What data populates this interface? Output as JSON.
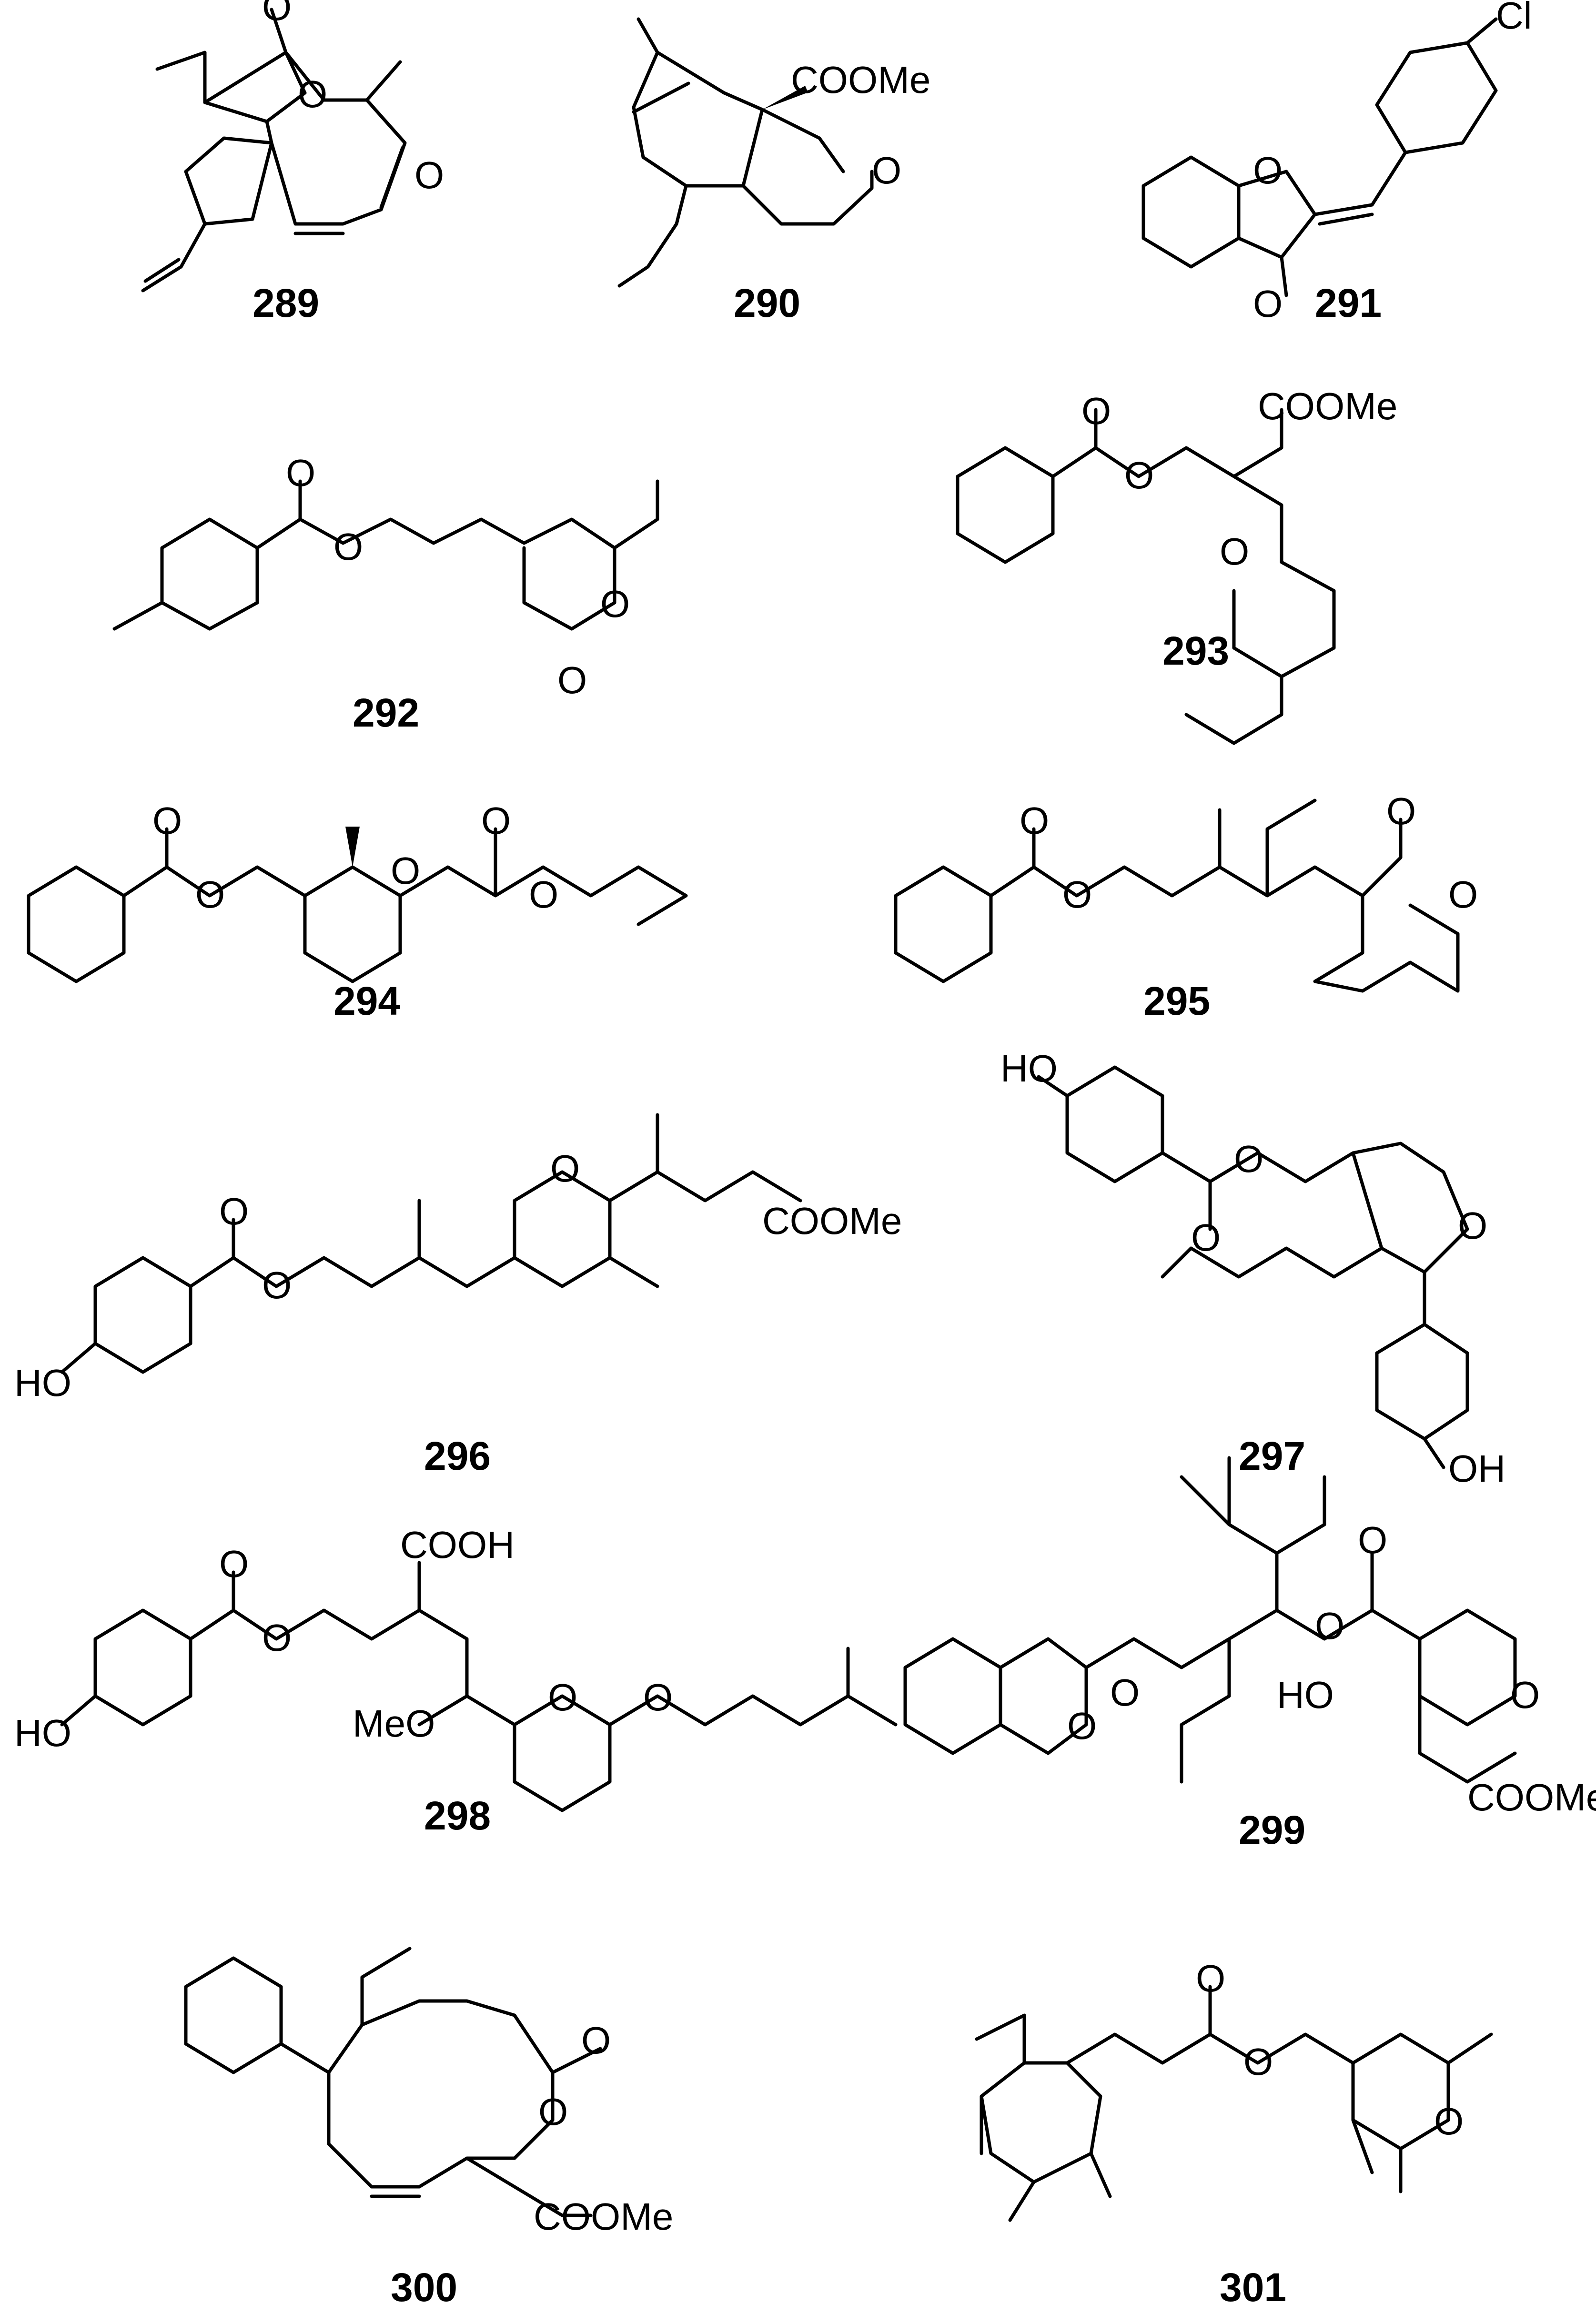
{
  "compounds": [
    {
      "id": "289",
      "labels": [
        "O",
        "O",
        "O"
      ]
    },
    {
      "id": "290",
      "labels": [
        "COOMe",
        "O"
      ]
    },
    {
      "id": "291",
      "labels": [
        "Cl",
        "O",
        "O"
      ]
    },
    {
      "id": "292",
      "labels": [
        "O",
        "O",
        "O",
        "O"
      ]
    },
    {
      "id": "293",
      "labels": [
        "O",
        "O",
        "COOMe",
        "O"
      ]
    },
    {
      "id": "294",
      "labels": [
        "O",
        "O",
        "O",
        "O",
        "O"
      ]
    },
    {
      "id": "295",
      "labels": [
        "O",
        "O",
        "O",
        "O"
      ]
    },
    {
      "id": "296",
      "labels": [
        "O",
        "O",
        "HO",
        "O",
        "COOMe"
      ]
    },
    {
      "id": "297",
      "labels": [
        "HO",
        "O",
        "O",
        "O",
        "OH"
      ]
    },
    {
      "id": "298",
      "labels": [
        "O",
        "O",
        "HO",
        "COOH",
        "MeO",
        "O",
        "O"
      ]
    },
    {
      "id": "299",
      "labels": [
        "O",
        "O",
        "O",
        "O",
        "HO",
        "O",
        "COOMe"
      ]
    },
    {
      "id": "300",
      "labels": [
        "O",
        "O",
        "COOMe"
      ]
    },
    {
      "id": "301",
      "labels": [
        "O",
        "O",
        "O"
      ]
    }
  ]
}
